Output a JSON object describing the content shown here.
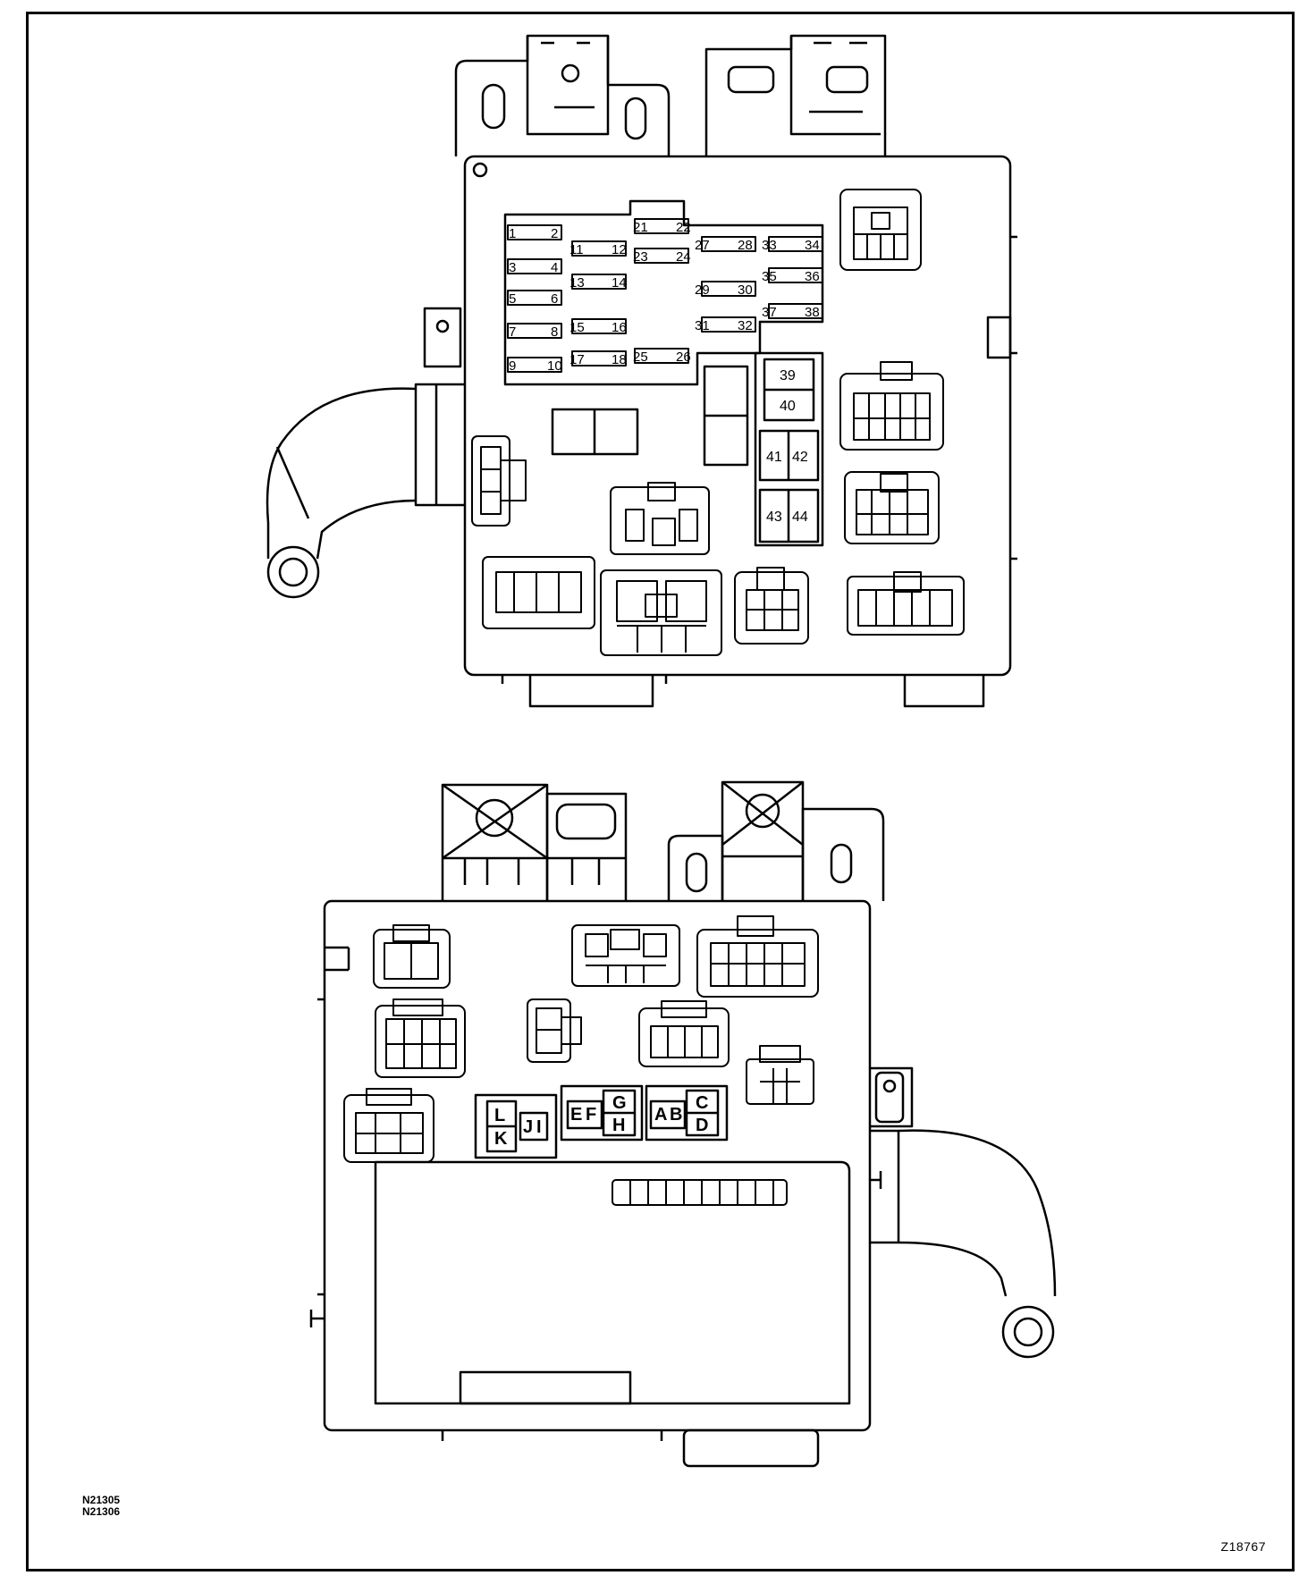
{
  "figure_codes": [
    "N21305",
    "N21306"
  ],
  "figure_ref": "Z18767",
  "top_view": {
    "fuse_labels": [
      "1",
      "2",
      "3",
      "4",
      "5",
      "6",
      "7",
      "8",
      "9",
      "10",
      "11",
      "12",
      "13",
      "14",
      "15",
      "16",
      "17",
      "18",
      "21",
      "22",
      "23",
      "24",
      "25",
      "26",
      "27",
      "28",
      "29",
      "30",
      "31",
      "32",
      "33",
      "34",
      "35",
      "36",
      "37",
      "38"
    ],
    "relay_labels": [
      "39",
      "40",
      "41",
      "42",
      "43",
      "44"
    ]
  },
  "bottom_view": {
    "connector_labels": [
      "A",
      "B",
      "C",
      "D",
      "E",
      "F",
      "G",
      "H",
      "I",
      "J",
      "K",
      "L"
    ]
  },
  "colors": {
    "line": "#000000",
    "background": "#ffffff"
  }
}
